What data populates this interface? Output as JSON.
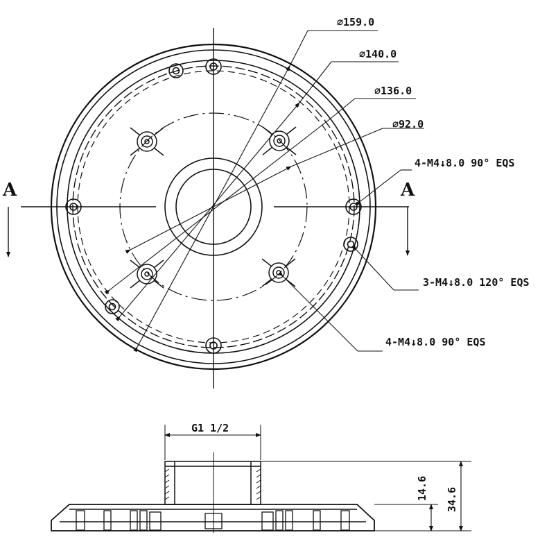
{
  "colors": {
    "line": "#111111",
    "background": "#ffffff"
  },
  "diameters": {
    "d159": "∅159.0",
    "d140": "∅140.0",
    "d136": "∅136.0",
    "d92": "∅92.0"
  },
  "holes": {
    "top_right": "4-M4↓8.0 90° EQS",
    "mid_right": "3-M4↓8.0 120° EQS",
    "bottom": "4-M4↓8.0 90° EQS"
  },
  "section": {
    "left": "A",
    "right": "A"
  },
  "side_view": {
    "thread": "G1 1/2",
    "height_inner": "14.6",
    "height_total": "34.6"
  }
}
